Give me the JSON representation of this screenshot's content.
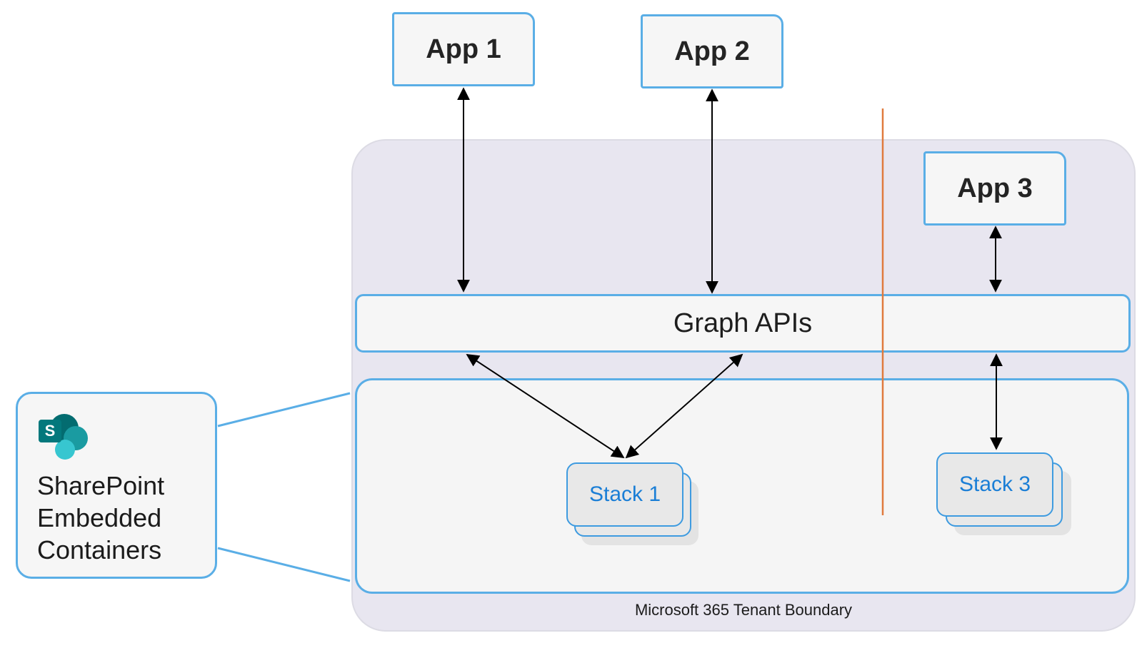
{
  "apps": {
    "app1": "App 1",
    "app2": "App 2",
    "app3": "App 3"
  },
  "graph": {
    "label": "Graph APIs"
  },
  "stacks": {
    "stack1": "Stack 1",
    "stack3": "Stack 3"
  },
  "sharepoint": {
    "icon": "sharepoint-icon",
    "icon_letter": "S",
    "lines": [
      "SharePoint",
      "Embedded",
      "Containers"
    ]
  },
  "tenant": {
    "label": "Microsoft 365 Tenant Boundary"
  },
  "colors": {
    "box_border": "#5aaee6",
    "stack_text": "#1a7ed6",
    "divider": "#e07b3e",
    "tenant_fill": "#e8e6f0"
  }
}
